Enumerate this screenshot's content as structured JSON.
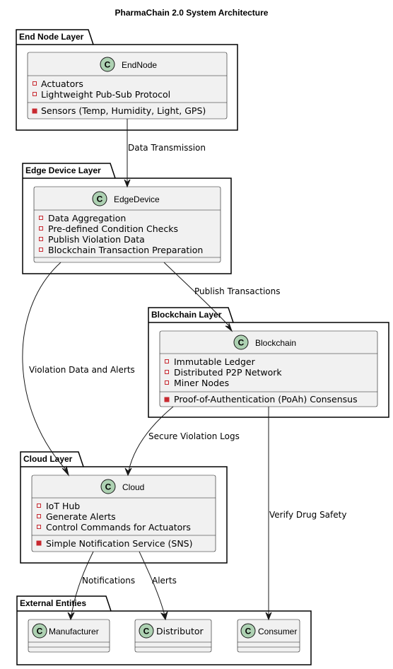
{
  "title": "PharmaChain 2.0 System Architecture",
  "packages": {
    "end_node": "End Node Layer",
    "edge_device": "Edge Device Layer",
    "blockchain": "Blockchain Layer",
    "cloud": "Cloud Layer",
    "external": "External Entities"
  },
  "classes": {
    "endnode": {
      "name": "EndNode",
      "attrs": [
        "Actuators",
        "Lightweight Pub-Sub Protocol"
      ],
      "methods": [
        "Sensors (Temp, Humidity, Light, GPS)"
      ]
    },
    "edgedevice": {
      "name": "EdgeDevice",
      "attrs": [
        "Data Aggregation",
        "Pre-defined Condition Checks",
        "Publish Violation Data",
        "Blockchain Transaction Preparation"
      ]
    },
    "blockchain": {
      "name": "Blockchain",
      "attrs": [
        "Immutable Ledger",
        "Distributed P2P Network",
        "Miner Nodes"
      ],
      "methods": [
        "Proof-of-Authentication (PoAh) Consensus"
      ]
    },
    "cloud": {
      "name": "Cloud",
      "attrs": [
        "IoT Hub",
        "Generate Alerts",
        "Control Commands for Actuators"
      ],
      "methods": [
        "Simple Notification Service (SNS)"
      ]
    },
    "manufacturer": {
      "name": "Manufacturer"
    },
    "distributor": {
      "name": "Distributor"
    },
    "consumer": {
      "name": "Consumer"
    }
  },
  "class_glyph": "C",
  "edges": {
    "data_transmission": "Data Transmission",
    "publish_transactions": "Publish Transactions",
    "violation_data": "Violation Data and Alerts",
    "secure_logs": "Secure Violation Logs",
    "verify_drug": "Verify Drug Safety",
    "notifications": "Notifications",
    "alerts": "Alerts"
  }
}
